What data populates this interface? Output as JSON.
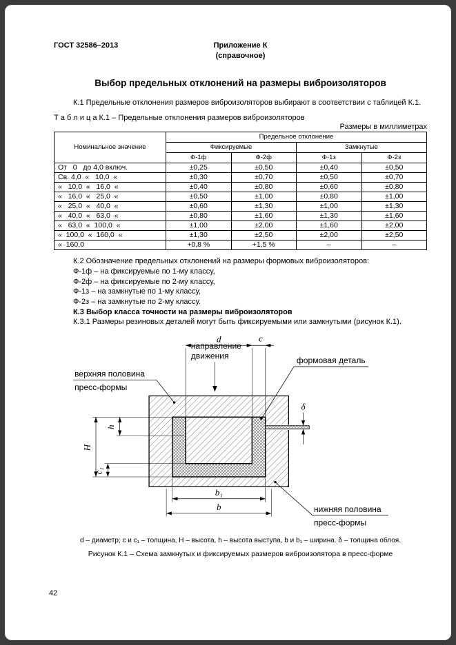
{
  "header": {
    "doc_number": "ГОСТ 32586–2013",
    "appendix": "Приложение К",
    "appendix_note": "(справочное)",
    "title": "Выбор предельных отклонений на размеры виброизоляторов"
  },
  "body": {
    "para_k1": "К.1 Предельные отклонения размеров виброизоляторов выбирают в соответствии с таблицей К.1."
  },
  "table": {
    "caption": "Т а б л и ц а  К.1 – Предельные отклонения размеров виброизоляторов",
    "units": "Размеры в миллиметрах",
    "col_nominal": "Номинальное значение",
    "col_deviation": "Предельное отклонение",
    "col_fixed": "Фиксируемые",
    "col_closed": "Замкнутые",
    "classes": [
      "Ф-1ф",
      "Ф-2ф",
      "Ф-1з",
      "Ф-2з"
    ],
    "rows": [
      [
        "От   0   до 4,0 включ.",
        "±0,25",
        "±0,50",
        "±0,40",
        "±0,50"
      ],
      [
        "Св. 4,0  «   10,0  «",
        "±0,30",
        "±0,70",
        "±0,50",
        "±0,70"
      ],
      [
        "«   10,0  «   16,0  «",
        "±0,40",
        "±0,80",
        "±0,60",
        "±0,80"
      ],
      [
        "«   16,0  «   25,0  «",
        "±0,50",
        "±1,00",
        "±0,80",
        "±1,00"
      ],
      [
        "«   25,0  «   40,0  «",
        "±0,60",
        "±1,30",
        "±1,00",
        "±1,30"
      ],
      [
        "«   40,0  «   63,0  «",
        "±0,80",
        "±1,60",
        "±1,30",
        "±1,60"
      ],
      [
        "«   63,0  «  100,0  «",
        "±1,00",
        "±2,00",
        "±1,60",
        "±2,00"
      ],
      [
        "«  100,0  «  160,0  «",
        "±1,30",
        "±2,50",
        "±2,00",
        "±2,50"
      ],
      [
        "«  160,0",
        "+0,8 %",
        "+1,5 %",
        "–",
        "–"
      ]
    ]
  },
  "notes": {
    "k2": "К.2 Обозначение предельных отклонений на размеры формовых виброизоляторов:",
    "item1": "Ф-1ф – на фиксируемые по 1-му классу,",
    "item2": "Ф-2ф – на фиксируемые по 2-му классу,",
    "item3": "Ф-1з – на замкнутые по 1-му классу,",
    "item4": "Ф-2з – на замкнутые по 2-му классу.",
    "k3": "К.3 Выбор класса точности на размеры виброизоляторов",
    "k31": "К.3.1 Размеры резиновых деталей могут быть фиксируемыми или замкнутыми (рисунок К.1)."
  },
  "figure": {
    "direction_line1": "направление",
    "direction_line2": "движения",
    "upper_half_line1": "верхняя половина",
    "upper_half_line2": "пресс-формы",
    "detail_label": "формовая деталь",
    "lower_half_line1": "нижняя половина",
    "lower_half_line2": "пресс-формы",
    "dim_d": "d",
    "dim_c": "c",
    "dim_delta": "δ",
    "dim_H": "H",
    "dim_h": "h",
    "dim_c1": "c₁",
    "dim_b1": "b₁",
    "dim_b": "b",
    "footnote": "d – диаметр; с и с₁ – толщина, Н – высота, h – высота выступа, b и b₁ – ширина. δ – толщина облоя.",
    "caption": "Рисунок К.1 – Схема замкнутых и фиксируемых размеров виброизолятора в пресс-форме"
  },
  "footer": {
    "page_number": "42"
  }
}
